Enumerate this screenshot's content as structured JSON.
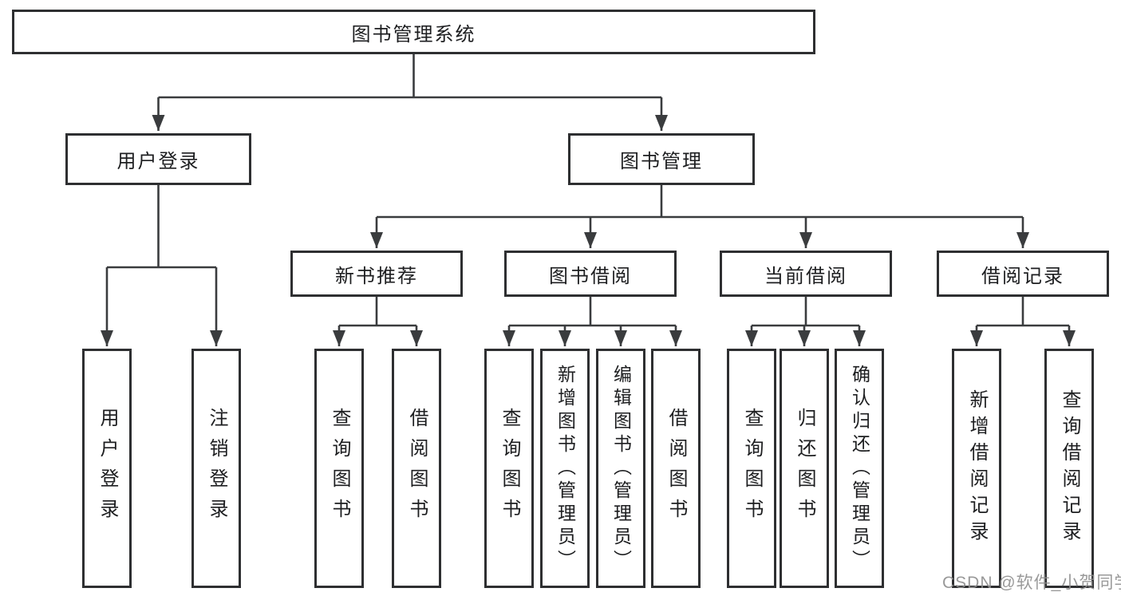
{
  "diagram": {
    "root": {
      "label": "图书管理系统"
    },
    "level2": [
      {
        "label": "用户登录"
      },
      {
        "label": "图书管理"
      }
    ],
    "level3": [
      {
        "label": "新书推荐",
        "parent": "图书管理"
      },
      {
        "label": "图书借阅",
        "parent": "图书管理"
      },
      {
        "label": "当前借阅",
        "parent": "图书管理"
      },
      {
        "label": "借阅记录",
        "parent": "图书管理"
      }
    ],
    "leaves": [
      {
        "label": "用户登录",
        "parent": "用户登录"
      },
      {
        "label": "注销登录",
        "parent": "用户登录"
      },
      {
        "label": "查询图书",
        "parent": "新书推荐"
      },
      {
        "label": "借阅图书",
        "parent": "新书推荐"
      },
      {
        "label": "查询图书",
        "parent": "图书借阅"
      },
      {
        "label": "新增图书（管理员）",
        "parent": "图书借阅"
      },
      {
        "label": "编辑图书（管理员）",
        "parent": "图书借阅"
      },
      {
        "label": "借阅图书",
        "parent": "图书借阅"
      },
      {
        "label": "查询图书",
        "parent": "当前借阅"
      },
      {
        "label": "归还图书",
        "parent": "当前借阅"
      },
      {
        "label": "确认归还（管理员）",
        "parent": "当前借阅"
      },
      {
        "label": "新增借阅记录",
        "parent": "借阅记录"
      },
      {
        "label": "查询借阅记录",
        "parent": "借阅记录"
      }
    ]
  },
  "watermark": {
    "text": "CSDN @软件_小贺同学"
  },
  "colors": {
    "line": "#3a3c3e",
    "border": "#2e2f31",
    "text": "#1d1e20",
    "background": "#ffffff",
    "watermark": "#8e8e8e"
  }
}
